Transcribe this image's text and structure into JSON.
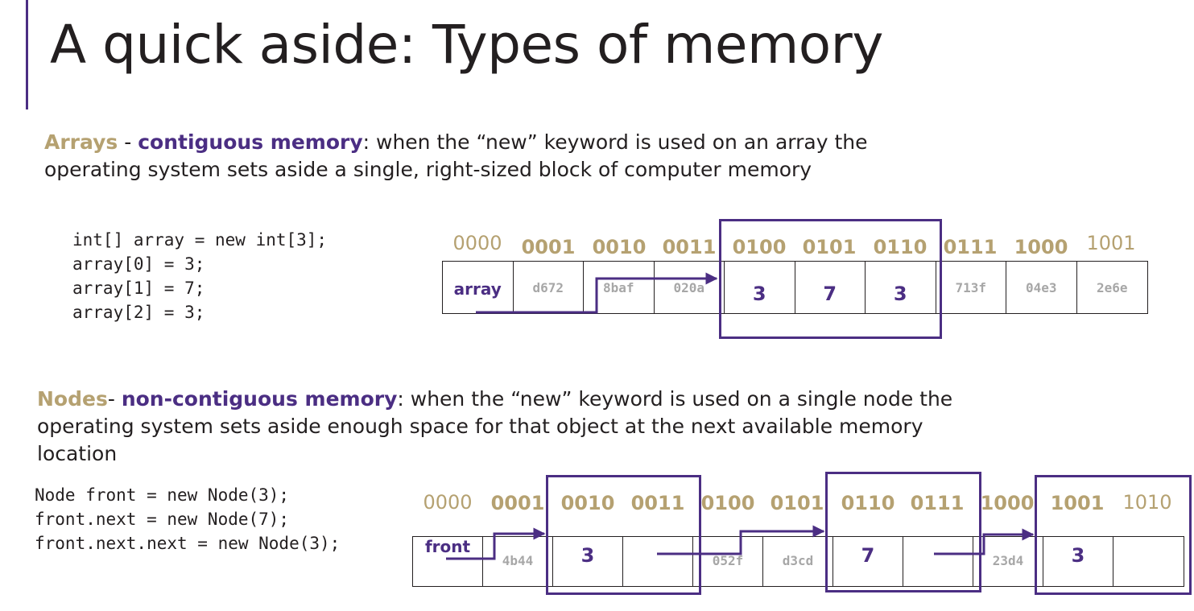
{
  "title": "A quick aside: Types of memory",
  "arrays_section": {
    "term": "Arrays",
    "separator": " - ",
    "concept": "contiguous memory",
    "text_line1": ": when the “new” keyword is used on an array the",
    "text_line2": "operating system sets aside a single, right-sized block of computer memory",
    "code": [
      "int[] array = new int[3];",
      "array[0] = 3;",
      "array[1] = 7;",
      "array[2] = 3;"
    ],
    "addresses": [
      "0000",
      "0001",
      "0010",
      "0011",
      "0100",
      "0101",
      "0110",
      "0111",
      "1000",
      "1001"
    ],
    "cells": [
      "array",
      "d672",
      "8baf",
      "020a",
      "3",
      "7",
      "3",
      "713f",
      "04e3",
      "2e6e"
    ]
  },
  "nodes_section": {
    "term": "Nodes",
    "separator": "- ",
    "concept": "non-contiguous memory",
    "text_line1": ": when the “new” keyword is used on a single node the",
    "text_line2": "operating system sets aside enough space for that object at the next available memory",
    "text_line3": "location",
    "code": [
      "Node front = new Node(3);",
      "front.next = new Node(7);",
      "front.next.next = new Node(3);"
    ],
    "addresses": [
      "0000",
      "0001",
      "0010",
      "0011",
      "0100",
      "0101",
      "0110",
      "0111",
      "1000",
      "1001",
      "1010"
    ],
    "cells": [
      "front",
      "4b44",
      "3",
      "",
      "052f",
      "d3cd",
      "7",
      "",
      "23d4",
      "3",
      ""
    ]
  },
  "colors": {
    "purple": "#4b2e83",
    "gold": "#b5a171",
    "gray": "#a7a7a7"
  }
}
